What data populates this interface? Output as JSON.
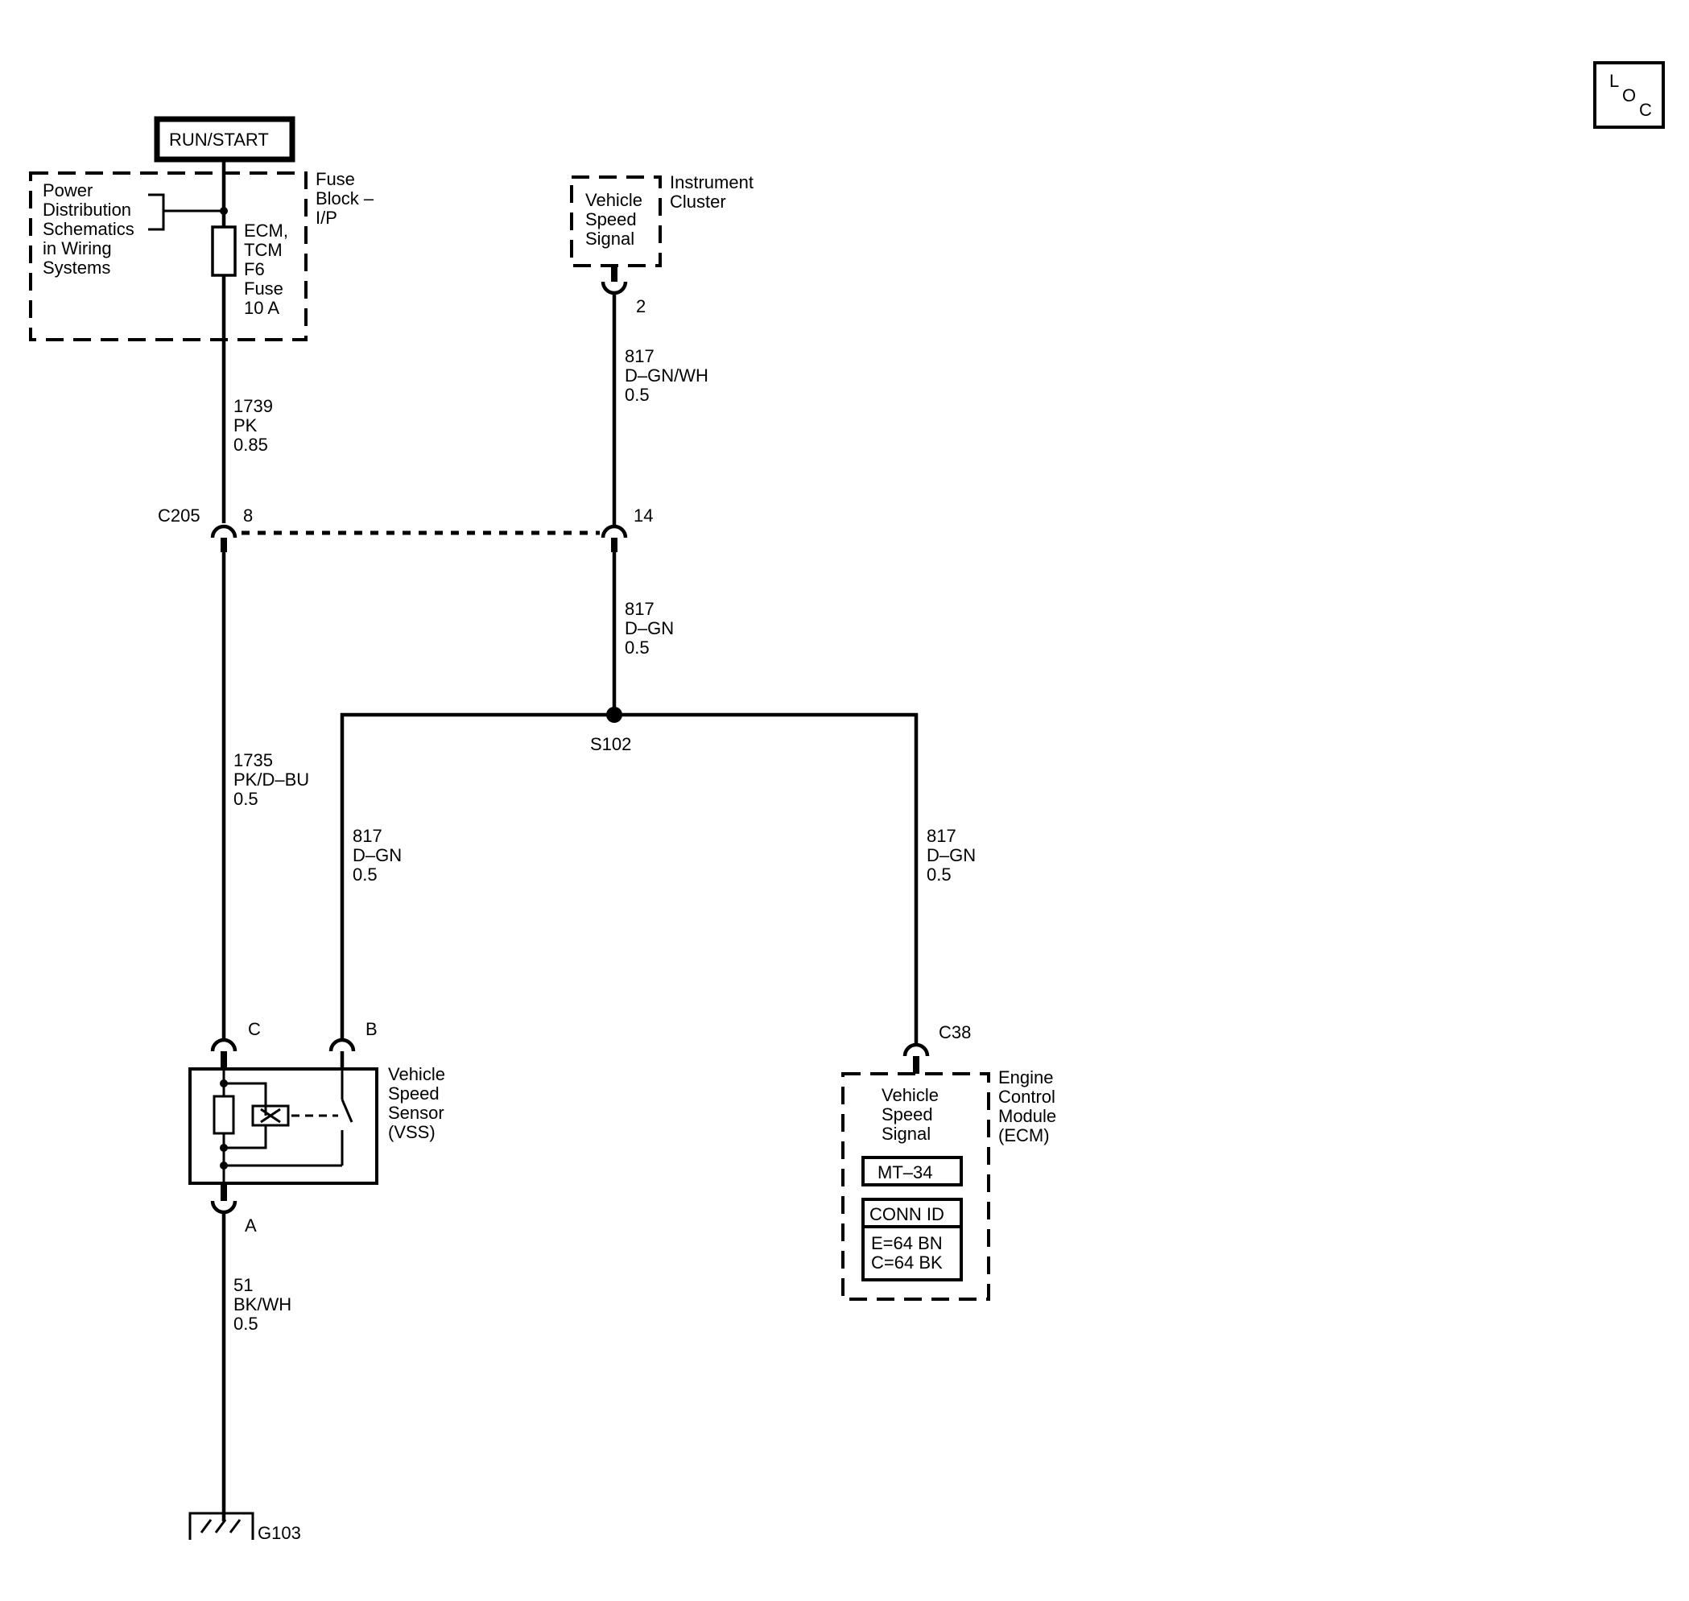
{
  "loc_badge": {
    "l": "L",
    "o": "O",
    "c": "C"
  },
  "run_start": "RUN/START",
  "fuse_block": {
    "name": [
      "Fuse",
      "Block –",
      "I/P"
    ],
    "power_ref": [
      "Power",
      "Distribution",
      "Schematics",
      "in Wiring",
      "Systems"
    ],
    "fuse": [
      "ECM,",
      "TCM",
      "F6",
      "Fuse",
      "10 A"
    ]
  },
  "instrument_cluster": {
    "name": [
      "Instrument",
      "Cluster"
    ],
    "signal": [
      "Vehicle",
      "Speed",
      "Signal"
    ],
    "pin": "2"
  },
  "wires": {
    "w1739": [
      "1739",
      "PK",
      "0.85"
    ],
    "w817_top": [
      "817",
      "D–GN/WH",
      "0.5"
    ],
    "w817_mid": [
      "817",
      "D–GN",
      "0.5"
    ],
    "w1735": [
      "1735",
      "PK/D–BU",
      "0.5"
    ],
    "w817_left": [
      "817",
      "D–GN",
      "0.5"
    ],
    "w817_right": [
      "817",
      "D–GN",
      "0.5"
    ],
    "w51": [
      "51",
      "BK/WH",
      "0.5"
    ]
  },
  "connector_c205": {
    "name": "C205",
    "pin_left": "8",
    "pin_right": "14"
  },
  "splice": "S102",
  "vss": {
    "name": [
      "Vehicle",
      "Speed",
      "Sensor",
      "(VSS)"
    ],
    "pin_c": "C",
    "pin_b": "B",
    "pin_a": "A"
  },
  "ground": "G103",
  "ecm": {
    "connector": "C38",
    "name": [
      "Engine",
      "Control",
      "Module",
      "(ECM)"
    ],
    "signal": [
      "Vehicle",
      "Speed",
      "Signal"
    ],
    "mt": "MT–34",
    "conn_id": "CONN ID",
    "conn_values": [
      "E=64 BN",
      "C=64 BK"
    ]
  }
}
